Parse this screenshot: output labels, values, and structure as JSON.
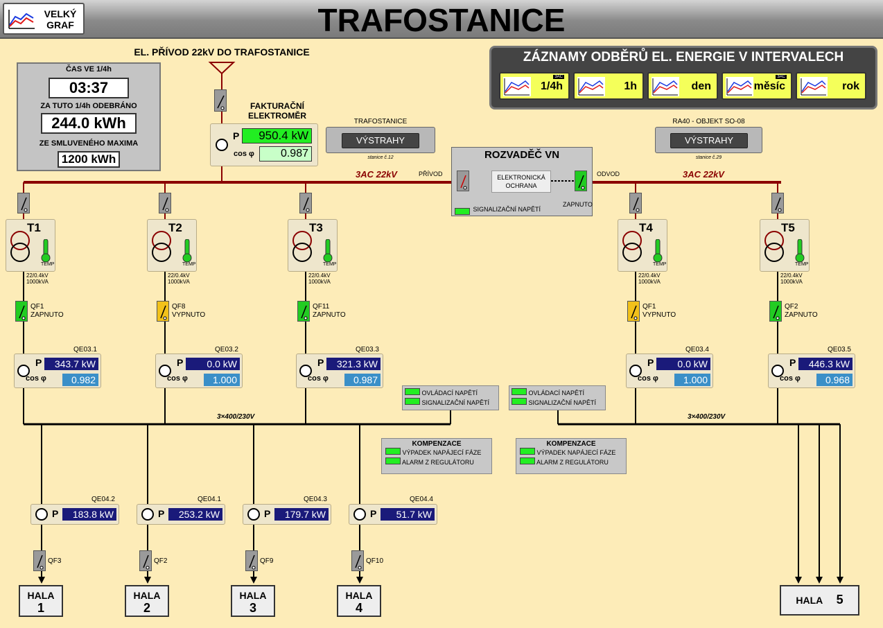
{
  "header": {
    "title": "TRAFOSTANICE",
    "big_graph_line1": "VELKÝ",
    "big_graph_line2": "GRAF"
  },
  "time_panel": {
    "time_label": "ČAS VE 1/4h",
    "time_value": "03:37",
    "consumed_label": "ZA TUTO 1/4h ODEBRÁNO",
    "consumed_value": "244.0 kWh",
    "max_label": "ZE SMLUVENÉHO MAXIMA",
    "max_value": "1200 kWh"
  },
  "supply": {
    "title": "EL. PŘÍVOD 22kV DO TRAFOSTANICE",
    "meter_title_1": "FAKTURAČNÍ",
    "meter_title_2": "ELEKTROMĚR",
    "p_label": "P",
    "p_value": "950.4 kW",
    "cos_label": "cos φ",
    "cos_value": "0.987"
  },
  "records": {
    "title": "ZÁZNAMY ODBĚRŮ EL. ENERGIE V INTERVALECH",
    "buttons": [
      {
        "label": "1/4h",
        "badge": "3AC"
      },
      {
        "label": "1h",
        "badge": ""
      },
      {
        "label": "den",
        "badge": ""
      },
      {
        "label": "měsíc",
        "badge": "3AC"
      },
      {
        "label": "rok",
        "badge": ""
      }
    ]
  },
  "warnings": [
    {
      "title": "TRAFOSTANICE",
      "button": "VÝSTRAHY",
      "station": "stanice č.12"
    },
    {
      "title": "RA40 - OBJEKT SO-08",
      "button": "VÝSTRAHY",
      "station": "stanice č.29"
    }
  ],
  "switchgear": {
    "title": "ROZVADĚČ VN",
    "input": "PŘÍVOD",
    "output": "ODVOD",
    "protection_1": "ELEKTRONICKÁ",
    "protection_2": "OCHRANA",
    "state": "ZAPNUTO",
    "signal": "SIGNALIZAČNÍ NAPĚTÍ"
  },
  "bus_hv_label": "3AC 22kV",
  "bus_lv_label": "3×400/230V",
  "transformers": [
    {
      "name": "T1",
      "temp": "TEMP",
      "rating1": "22/0.4kV",
      "rating2": "1000kVA",
      "qf": "QF1",
      "qf_state": "ZAPNUTO",
      "qf_color": "green",
      "meter_tag": "QE03.1",
      "p": "343.7 kW",
      "cos": "0.982"
    },
    {
      "name": "T2",
      "temp": "TEMP",
      "rating1": "22/0.4kV",
      "rating2": "1000kVA",
      "qf": "QF8",
      "qf_state": "VYPNUTO",
      "qf_color": "yellow",
      "meter_tag": "QE03.2",
      "p": "0.0 kW",
      "cos": "1.000"
    },
    {
      "name": "T3",
      "temp": "TEMP",
      "rating1": "22/0.4kV",
      "rating2": "1000kVA",
      "qf": "QF11",
      "qf_state": "ZAPNUTO",
      "qf_color": "green",
      "meter_tag": "QE03.3",
      "p": "321.3 kW",
      "cos": "0.987"
    },
    {
      "name": "T4",
      "temp": "TEMP",
      "rating1": "22/0.4kV",
      "rating2": "1000kVA",
      "qf": "QF1",
      "qf_state": "VYPNUTO",
      "qf_color": "yellow",
      "meter_tag": "QE03.4",
      "p": "0.0 kW",
      "cos": "1.000"
    },
    {
      "name": "T5",
      "temp": "TEMP",
      "rating1": "22/0.4kV",
      "rating2": "1000kVA",
      "qf": "QF2",
      "qf_state": "ZAPNUTO",
      "qf_color": "green",
      "meter_tag": "QE03.5",
      "p": "446.3 kW",
      "cos": "0.968"
    }
  ],
  "status_panels": [
    {
      "rows": [
        "OVLÁDACÍ NAPĚTÍ",
        "SIGNALIZAČNÍ NAPĚTÍ"
      ]
    },
    {
      "rows": [
        "OVLÁDACÍ NAPĚTÍ",
        "SIGNALIZAČNÍ NAPĚTÍ"
      ]
    }
  ],
  "compensation": [
    {
      "title": "KOMPENZACE",
      "rows": [
        "VÝPADEK NAPÁJECÍ FÁZE",
        "ALARM Z REGULÁTORU"
      ]
    },
    {
      "title": "KOMPENZACE",
      "rows": [
        "VÝPADEK NAPÁJECÍ FÁZE",
        "ALARM Z REGULÁTORU"
      ]
    }
  ],
  "feeders": [
    {
      "tag": "QE04.2",
      "p": "183.8 kW",
      "qf": "QF3",
      "hall": "HALA",
      "num": "1"
    },
    {
      "tag": "QE04.1",
      "p": "253.2 kW",
      "qf": "QF2",
      "hall": "HALA",
      "num": "2"
    },
    {
      "tag": "QE04.3",
      "p": "179.7 kW",
      "qf": "QF9",
      "hall": "HALA",
      "num": "3"
    },
    {
      "tag": "QE04.4",
      "p": "51.7 kW",
      "qf": "QF10",
      "hall": "HALA",
      "num": "4"
    }
  ],
  "hall5": {
    "label": "HALA",
    "num": "5"
  },
  "p_label": "P",
  "cos_label": "cos φ",
  "colors": {
    "background": "#fdecb8",
    "hv_bus": "#8a0000",
    "on": "#22cc22",
    "off": "#f2c11a",
    "meter_value": "#1a1a7a",
    "cos_value": "#3a8fc8",
    "record_button": "#f4ff5a"
  }
}
